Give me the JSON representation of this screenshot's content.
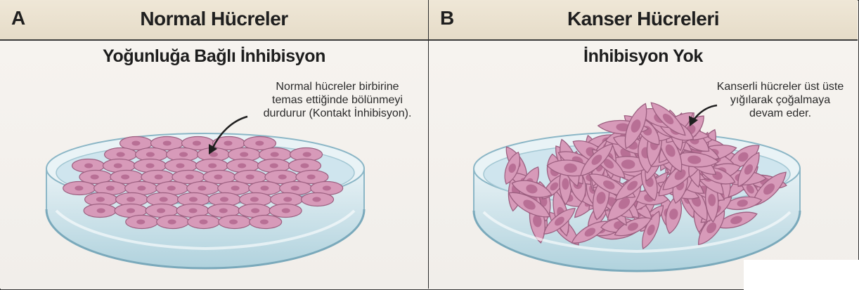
{
  "panel_a": {
    "letter": "A",
    "title": "Normal Hücreler",
    "subtitle": "Yoğunluğa Bağlı İnhibisyon",
    "annotation_lines": [
      "Normal hücreler birbirine",
      "temas ettiğinde bölünmeyi",
      "durdurur (Kontakt İnhibisyon)."
    ]
  },
  "panel_b": {
    "letter": "B",
    "title": "Kanser Hücreleri",
    "subtitle": "İnhibisyon Yok",
    "annotation_lines": [
      "Kanserli hücreler üst üste",
      "yığılarak çoğalmaya",
      "devam eder."
    ]
  },
  "colors": {
    "header_bg": "#e8dfcc",
    "cell_fill": "#d79ab9",
    "cell_stroke": "#9c5f80",
    "nucleus": "#b86f95",
    "dish": "#bcd9e4",
    "divider": "#2b2b2b"
  }
}
